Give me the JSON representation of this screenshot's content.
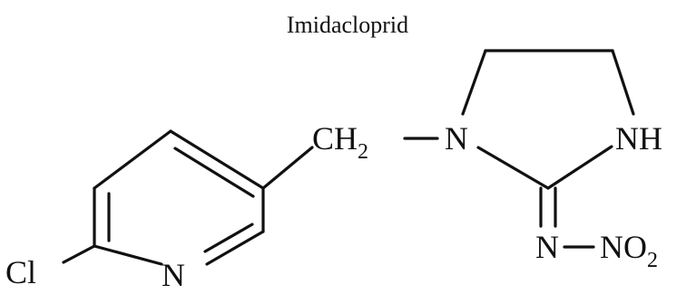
{
  "diagram": {
    "title": "Imidacloprid",
    "atoms": {
      "chlorine": "Cl",
      "pyridine_nitrogen": "N",
      "ch2_main": "CH",
      "ch2_sub": "2",
      "ring_nitrogen": "N",
      "nh": "NH",
      "imine_nitrogen": "N",
      "nitro_main": "NO",
      "nitro_sub": "2"
    },
    "colors": {
      "ink": "#111111",
      "background": "#ffffff"
    }
  }
}
